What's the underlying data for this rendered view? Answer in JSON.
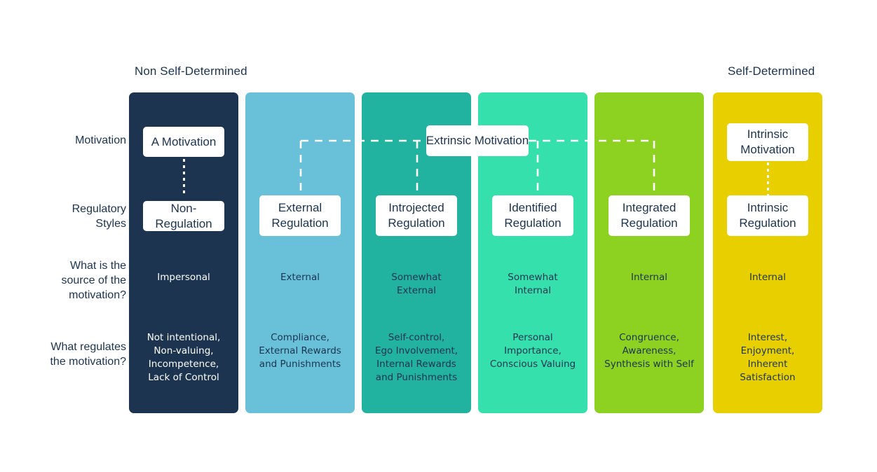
{
  "diagram": {
    "title_hidden": "",
    "axis": {
      "left_label": "Non Self-Determined",
      "right_label": "Self-Determined"
    },
    "row_labels": {
      "motivation": "Motivation",
      "regulatory_styles": "Regulatory\nStyles",
      "source": "What is the\nsource of the\nmotivation?",
      "regulates": "What regulates\nthe motivation?"
    },
    "extrinsic_label": "Extrinsic Motivation",
    "colors": {
      "column_1": "#1c3450",
      "column_2": "#68c1d9",
      "column_3": "#21b2a0",
      "column_4": "#35e0ad",
      "column_5": "#8dd220",
      "column_6": "#e8d000",
      "text_dark": "#1c3450",
      "text_light": "#ffffff",
      "card_bg": "#ffffff",
      "page_bg": "#ffffff"
    },
    "columns": [
      {
        "id": "amotivation",
        "color": "#1c3450",
        "motivation": "A Motivation",
        "motivation_lines": 1,
        "regulatory_style": "Non-Regulation",
        "regulatory_lines": 1,
        "source": "Impersonal",
        "regulates": "Not intentional,\nNon-valuing,\nIncompetence,\nLack of Control",
        "has_dotted_connector": true
      },
      {
        "id": "external",
        "color": "#68c1d9",
        "motivation": "",
        "motivation_lines": 0,
        "regulatory_style": "External\nRegulation",
        "regulatory_lines": 2,
        "source": "External",
        "regulates": "Compliance,\nExternal Rewards\nand Punishments",
        "has_dotted_connector": false
      },
      {
        "id": "introjected",
        "color": "#21b2a0",
        "motivation": "",
        "motivation_lines": 0,
        "regulatory_style": "Introjected\nRegulation",
        "regulatory_lines": 2,
        "source": "Somewhat\nExternal",
        "regulates": "Self-control,\nEgo Involvement,\nInternal Rewards\nand Punishments",
        "has_dotted_connector": false
      },
      {
        "id": "identified",
        "color": "#35e0ad",
        "motivation": "",
        "motivation_lines": 0,
        "regulatory_style": "Identified\nRegulation",
        "regulatory_lines": 2,
        "source": "Somewhat\nInternal",
        "regulates": "Personal\nImportance,\nConscious Valuing",
        "has_dotted_connector": false
      },
      {
        "id": "integrated",
        "color": "#8dd220",
        "motivation": "",
        "motivation_lines": 0,
        "regulatory_style": "Integrated\nRegulation",
        "regulatory_lines": 2,
        "source": "Internal",
        "regulates": "Congruence,\nAwareness,\nSynthesis with Self",
        "has_dotted_connector": false
      },
      {
        "id": "intrinsic",
        "color": "#e8d000",
        "motivation": "Intrinsic\nMotivation",
        "motivation_lines": 2,
        "regulatory_style": "Intrinsic\nRegulation",
        "regulatory_lines": 2,
        "source": "Internal",
        "regulates": "Interest,\nEnjoyment,\nInherent\nSatisfaction",
        "has_dotted_connector": true
      }
    ]
  }
}
